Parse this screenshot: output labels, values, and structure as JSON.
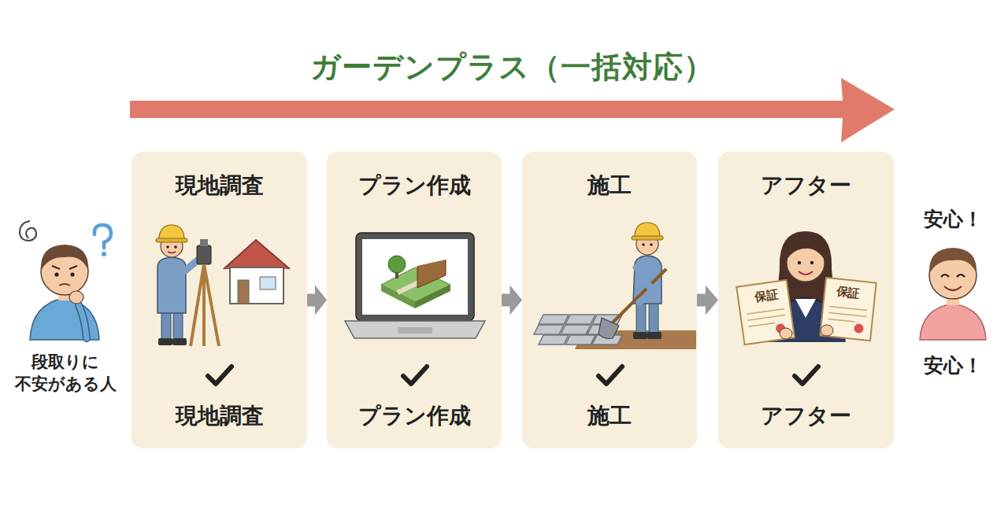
{
  "diagram": {
    "title": "ガーデンプラス（一括対応）",
    "nodes": [
      {
        "text": [
          "現地調査",
          "現地調査"
        ]
      },
      {
        "text": [
          "プラン作成",
          "プラン作成"
        ]
      },
      {
        "text": [
          "施工",
          "施工"
        ]
      },
      {
        "text": [
          "アフター",
          "アフター"
        ]
      }
    ],
    "edges": [
      {
        "from": 0,
        "to": 1,
        "arrow": "to"
      },
      {
        "from": 1,
        "to": 2,
        "arrow": "to"
      },
      {
        "from": 2,
        "to": 3,
        "arrow": "to"
      }
    ],
    "labels": [
      "段取りに 不安がある人",
      "保証",
      "保証",
      "安心！",
      "安心！"
    ]
  }
}
